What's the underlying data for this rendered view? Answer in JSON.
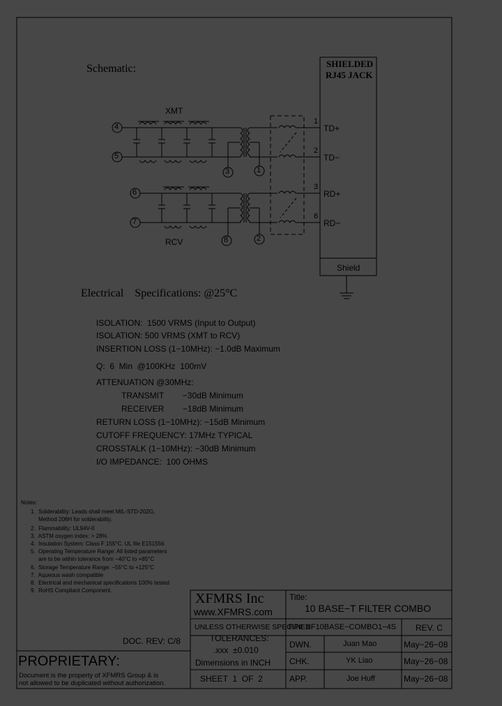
{
  "schematic": {
    "title": "Schematic:",
    "jack_title_1": "SHIELDED",
    "jack_title_2": "RJ45 JACK",
    "xmt_label": "XMT",
    "rcv_label": "RCV",
    "pins_left": [
      "4",
      "5",
      "6",
      "7"
    ],
    "pins_bottom": [
      "3",
      "1",
      "8",
      "2"
    ],
    "pins_right": [
      "1",
      "2",
      "3",
      "6"
    ],
    "signals": [
      "TD+",
      "TD−",
      "RD+",
      "RD−"
    ],
    "shield_label": "Shield"
  },
  "specs": {
    "heading": "Electrical    Specifications: @25°C",
    "lines": [
      "ISOLATION:  1500 VRMS (Input to Output)",
      "ISOLATION: 500 VRMS (XMT to RCV)",
      "INSERTION LOSS (1−10MHz): −1.0dB Maximum",
      "Q:  6  Min  @100KHz  100mV",
      "ATTENUATION @30MHz:",
      "TRANSMIT        −30dB Minimum",
      "RECEIVER        −18dB Minimum",
      "RETURN LOSS (1−10MHz): −15dB Minimum",
      "CUTOFF FREQUENCY: 17MHz TYPICAL",
      "CROSSTALK (1−10MHz): −30dB Minimum",
      "I/O IMPEDANCE:  100 OHMS"
    ]
  },
  "notes": {
    "heading": "Notes:",
    "items": [
      "1.  Solderability: Leads shall meet MIL-STD-202G,",
      "     Method 208H for solderability.",
      "2.  Flammability: UL94V-0",
      "3.  ASTM oxygen index: > 28%",
      "4.  Insulation System: Class F 155°C. UL file E151556",
      "5.  Operating Temperature Range: All listed parameters",
      "     are to be within tolerance from −40°C to +85°C",
      "6.  Storage Temperature Range: −55°C to +125°C",
      "7.  Aqueous wash compatible",
      "8.  Electrical and mechanical specifications 100% tested",
      "9.  RoHS Compliant Component."
    ]
  },
  "title_block": {
    "company": "XFMRS Inc",
    "website": "www.XFMRS.com",
    "title_label": "Title:",
    "title_value": "10 BASE−T FILTER COMBO",
    "unless": "UNLESS OTHERWISE SPECIFIED",
    "pn": "P/N: XF10BASE−COMBO1−4S",
    "rev": "REV. C",
    "tolerances": "TOLERANCES:",
    "tol_value": ".xxx  ±0.010",
    "dimensions": "Dimensions in INCH",
    "sheet": "SHEET  1  OF  2",
    "dwn_label": "DWN.",
    "dwn_name": "Juan Mao",
    "dwn_date": "May−26−08",
    "chk_label": "CHK.",
    "chk_name": "YK Liao",
    "chk_date": "May−26−08",
    "app_label": "APP.",
    "app_name": "Joe Huff",
    "app_date": "May−26−08",
    "doc_rev": "DOC. REV: C/8",
    "proprietary": "PROPRIETARY:",
    "prop_text_1": "Document is the property of XFMRS Group & is",
    "prop_text_2": "not allowed to be duplicated without authorization."
  }
}
